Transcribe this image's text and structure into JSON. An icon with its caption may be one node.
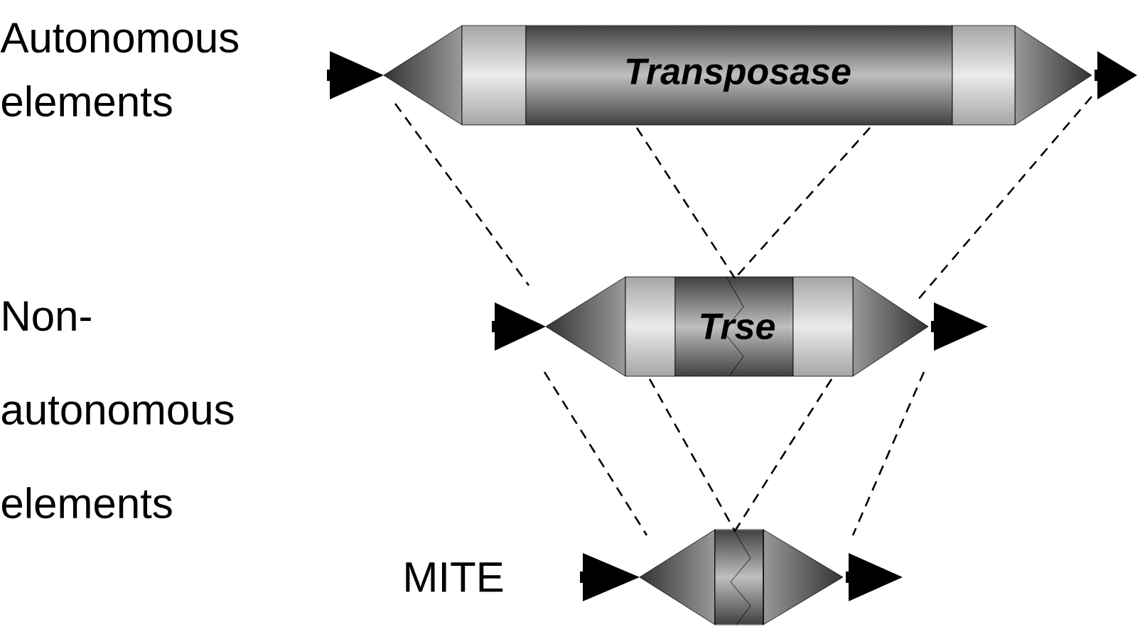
{
  "diagram": {
    "nodes": [
      {
        "text": [
          "Transposase"
        ]
      },
      {
        "text": [
          "Trse"
        ]
      },
      {
        "text": [],
        "shape": "box",
        "beside": [
          "MITE"
        ]
      }
    ],
    "edges": [
      {
        "from": 0,
        "to": 1,
        "arrow": "none",
        "style": "dashed"
      },
      {
        "from": 0,
        "to": 1,
        "arrow": "none",
        "style": "dashed"
      },
      {
        "from": 0,
        "to": 1,
        "arrow": "none",
        "style": "dashed"
      },
      {
        "from": 0,
        "to": 1,
        "arrow": "none",
        "style": "dashed"
      },
      {
        "from": 1,
        "to": 2,
        "arrow": "none",
        "style": "dashed"
      },
      {
        "from": 1,
        "to": 2,
        "arrow": "none",
        "style": "dashed"
      },
      {
        "from": 1,
        "to": 2,
        "arrow": "none",
        "style": "dashed"
      },
      {
        "from": 1,
        "to": 2,
        "arrow": "none",
        "style": "dashed"
      }
    ],
    "labels": [
      "Autonomous elements",
      "Non-autonomous elements"
    ]
  }
}
